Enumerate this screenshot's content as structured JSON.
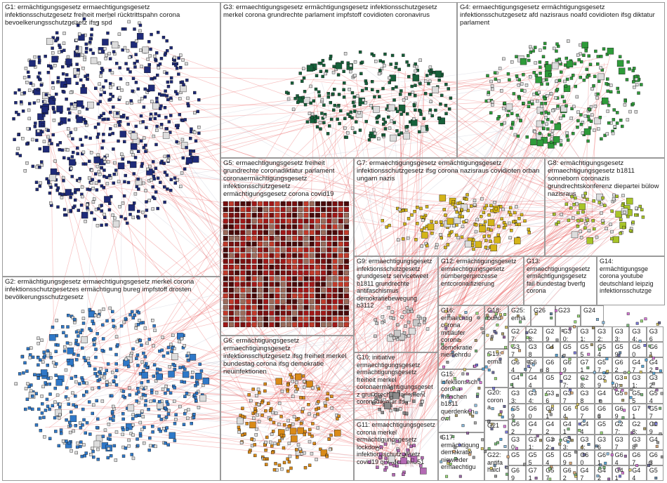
{
  "graph": {
    "title": "",
    "edge_color": "#e84a4a",
    "groups": [
      {
        "id": "G1",
        "label": "G1: ermächtigungsgesetz ermaechtigungsgesetz infektionsschutzgesetz freiheit merkel rücktrittspahn corona bevoelkerungsschutzgesetz ifsg spd",
        "node_color": "#1e2a78"
      },
      {
        "id": "G2",
        "label": "G2: ermächtigungsgesetz ermaechtigungsgesetz merkel corona infektionsschutzgesetzes ermächtigung bureg impfstoff drosten bevölkerungsschutzgesetz",
        "node_color": "#2f78c8"
      },
      {
        "id": "G3",
        "label": "G3: ermaechtigungsgesetz ermächtigungsgesetz infektionsschutzgesetz merkel corona grundrechte parlament impfstoff covidioten coronavirus",
        "node_color": "#17603a"
      },
      {
        "id": "G4",
        "label": "G4: ermaechtigungsgesetz ermächtigungsgesetz infektionsschutzgesetz afd nazisraus noafd covidioten ifsg diktatur parlament",
        "node_color": "#2e9b3a"
      },
      {
        "id": "G5",
        "label": "G5: ermaechtigungsgesetz freiheit grundrechte coronadiktatur parlament coronaermächtigungsgesetz infektionsschutzgesetz ermächtigungsgesetz corona covid19",
        "node_color": "#7a1010"
      },
      {
        "id": "G6",
        "label": "G6: ermächtigungsgesetz ermaechtigungsgesetz infektionsschutzgesetz ifsg freiheit merkel bundestag corona ifsg demokratie neuinfektionen",
        "node_color": "#d98a18"
      },
      {
        "id": "G7",
        "label": "G7: ermaechtigungsgesetz ermächtigungsgesetz infektionsschutzgesetz ifsg corona nazisraus covidioten orban ungarn nazis",
        "node_color": "#d4b418"
      },
      {
        "id": "G8",
        "label": "G8: ermächtigungsgesetz ermaechtigungsgesetz b1811 sonneborn coronazis grundrechtskonferenz diepartei bülow nazisraus",
        "node_color": "#a8c428"
      },
      {
        "id": "G9",
        "label": "G9: ermaechtigungsgesetz infektionsschutzgesetz grundgesetz servicetweet b1811 grundrechte antifaschismus demokratiebewegung b3112",
        "node_color": "#c8c8c8"
      },
      {
        "id": "G10",
        "label": "G10: initiative ermaechtigungsgesetz ermächtigungsgesetz freiheit merkel coronaermächtigungsgesetz grundrechte parlament coronadiktatur ifsg",
        "node_color": "#8a8a8a"
      },
      {
        "id": "G11",
        "label": "G11: ermaechtigungsgesetz corona merkel ermächtigungsgesetz lockdown infektionsschutzgesetz covid19 querdenken351",
        "node_color": "#b46ab4"
      },
      {
        "id": "G12",
        "label": "G12: ermächtigungsgesetz ermaechtigungsgesetz nürnbergerprozesse entcoronaifizierung",
        "node_color": "#5aa8d8"
      },
      {
        "id": "G13",
        "label": "G13: ermaechtigungsgesetz ermächtigungsgesetz fail bundestag bverfg corona",
        "node_color": "#9a9a9a"
      },
      {
        "id": "G14",
        "label": "G14: ermächtigungsge corona youtube deutschland leipzig infektionsschutzge",
        "node_color": "#6a6a9a"
      },
      {
        "id": "G15",
        "label": "G15: infektionssch corona münchen b1811 querdenken owl",
        "node_color": "#7ab87a"
      },
      {
        "id": "G16",
        "label": "G16: ermaechtig corona mitläufer corona demokratie niemehrdu",
        "node_color": "#d87ad8"
      },
      {
        "id": "G17",
        "label": "G17: ermächtigung demokratie niewieder ermaechtigu",
        "node_color": "#a89a6a"
      },
      {
        "id": "G18",
        "label": "G18: bund",
        "node_color": "#7a7ad8"
      },
      {
        "id": "G19",
        "label": "G19: ermä",
        "node_color": "#9ad87a"
      },
      {
        "id": "G20",
        "label": "G20: corona",
        "node_color": "#d8a87a"
      },
      {
        "id": "G21",
        "label": "G21",
        "node_color": "#6a8aa8"
      },
      {
        "id": "G22",
        "label": "G22: antifa halcl",
        "node_color": "#a8a8a8"
      },
      {
        "id": "G23",
        "label": "G23",
        "node_color": "#9a6aa8"
      },
      {
        "id": "G24",
        "label": "G24",
        "node_color": "#d8c86a"
      },
      {
        "id": "G25",
        "label": "G25: ermä",
        "node_color": "#8ab8d8"
      },
      {
        "id": "G26",
        "label": "G26",
        "node_color": "#b87a6a"
      }
    ],
    "small_group_labels": [
      "G27: ern",
      "G28: kem",
      "G29",
      "G30: kem",
      "G31: ern",
      "G32: cor",
      "G33: ern",
      "G34: cor",
      "G36",
      "G37",
      "G38",
      "G4",
      "G5",
      "G55",
      "G54",
      "G59",
      "G60",
      "G61",
      "G64",
      "G67",
      "G68",
      "G69",
      "G71",
      "G57",
      "G62",
      "G47",
      "G42",
      "G41",
      "G44",
      "G5"
    ]
  }
}
